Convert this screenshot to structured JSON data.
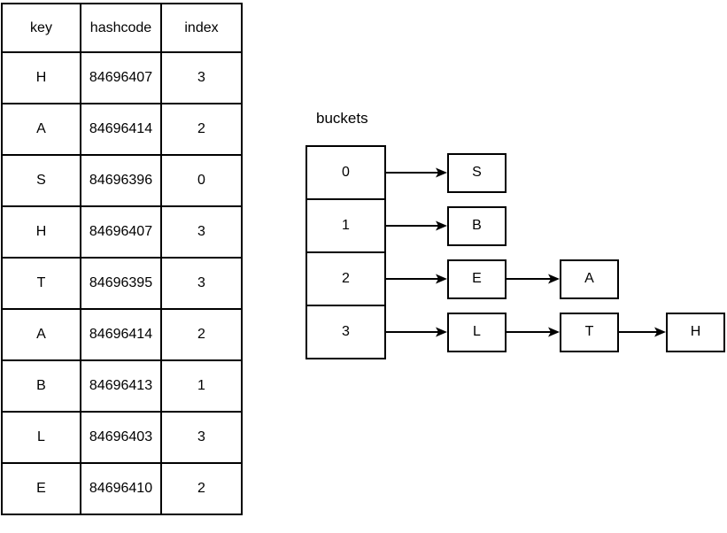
{
  "table": {
    "headers": [
      "key",
      "hashcode",
      "index"
    ],
    "rows": [
      [
        "H",
        "84696407",
        "3"
      ],
      [
        "A",
        "84696414",
        "2"
      ],
      [
        "S",
        "84696396",
        "0"
      ],
      [
        "H",
        "84696407",
        "3"
      ],
      [
        "T",
        "84696395",
        "3"
      ],
      [
        "A",
        "84696414",
        "2"
      ],
      [
        "B",
        "84696413",
        "1"
      ],
      [
        "L",
        "84696403",
        "3"
      ],
      [
        "E",
        "84696410",
        "2"
      ]
    ]
  },
  "buckets": {
    "label": "buckets",
    "slots": [
      {
        "index": "0",
        "chain": [
          "S"
        ]
      },
      {
        "index": "1",
        "chain": [
          "B"
        ]
      },
      {
        "index": "2",
        "chain": [
          "E",
          "A"
        ]
      },
      {
        "index": "3",
        "chain": [
          "L",
          "T",
          "H"
        ]
      }
    ]
  },
  "colors": {
    "stroke": "#000000",
    "text": "#000000",
    "background": "#ffffff"
  }
}
